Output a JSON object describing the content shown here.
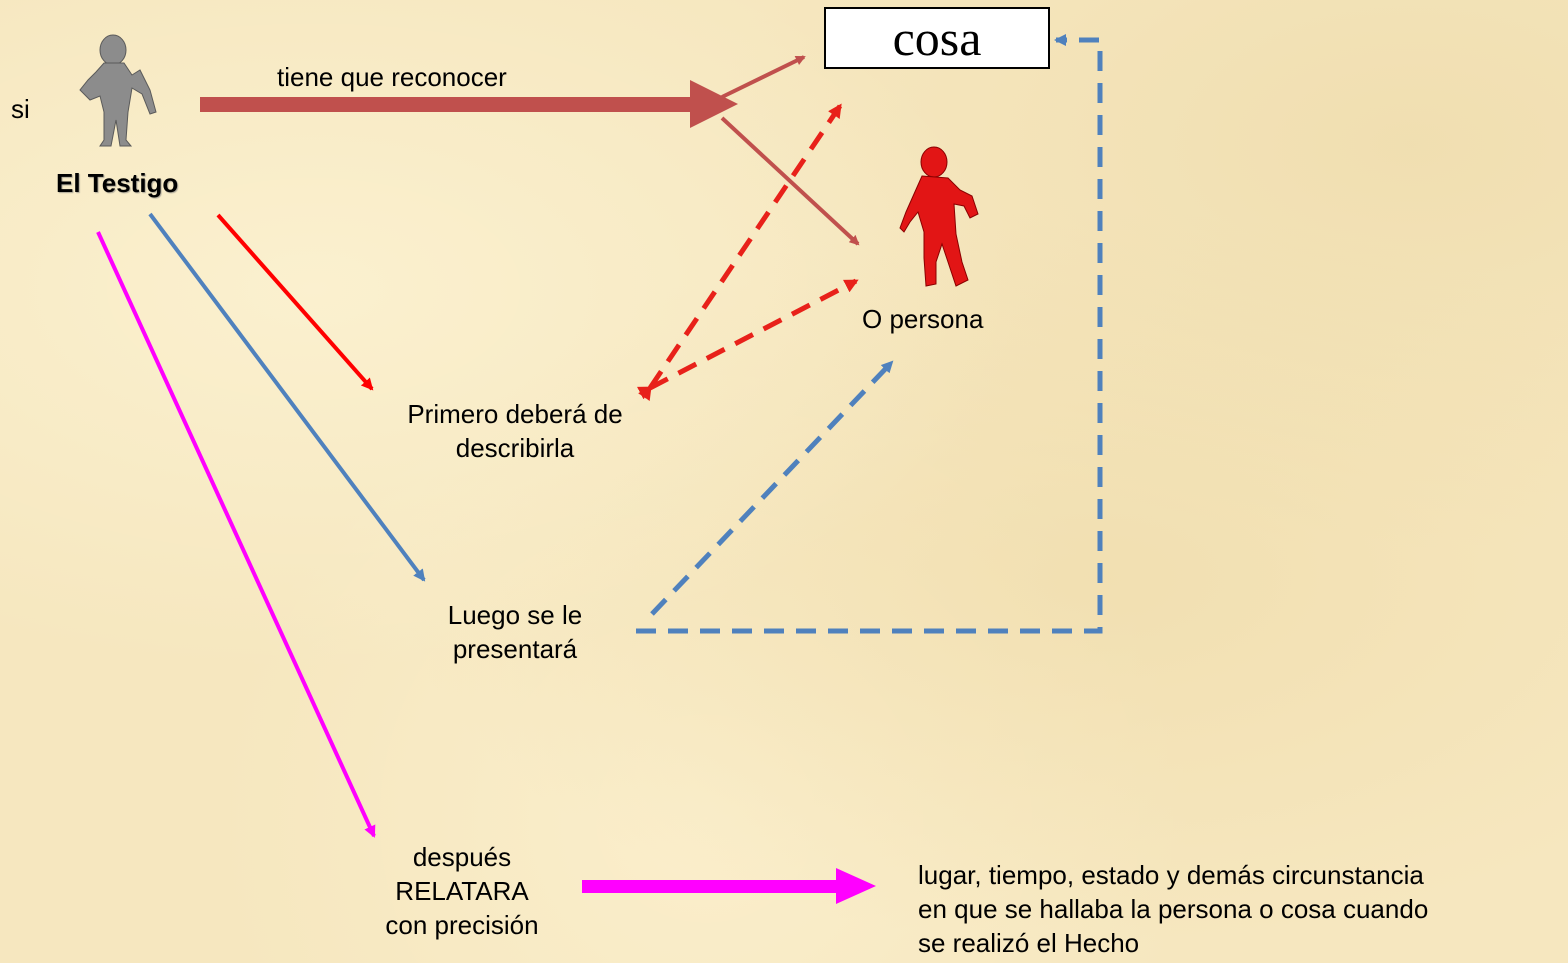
{
  "labels": {
    "si": "si",
    "el_testigo": "El Testigo",
    "tiene_que_reconocer": "tiene que reconocer",
    "cosa": "cosa",
    "o_persona": "O persona",
    "primero": [
      "Primero deberá de",
      "describirla"
    ],
    "luego": [
      "Luego se le",
      "presentará"
    ],
    "despues": [
      "después",
      "RELATARA",
      "con precisión"
    ],
    "circunstancias": [
      "lugar, tiempo, estado y demás circunstancia",
      "en que se hallaba la persona o cosa cuando",
      "se realizó el Hecho"
    ]
  },
  "colors": {
    "background": "#f6e7bf",
    "brown_arrow": "#c0504d",
    "red_arrow": "#ff0000",
    "red_dashed": "#e8211a",
    "blue_arrow": "#4f81bd",
    "magenta_arrow": "#ff00ff",
    "witness_figure": "#8a8a8a",
    "person_figure": "#e01010"
  },
  "icons": {
    "witness": "gray-standing-person-icon",
    "person": "red-walking-person-icon"
  }
}
